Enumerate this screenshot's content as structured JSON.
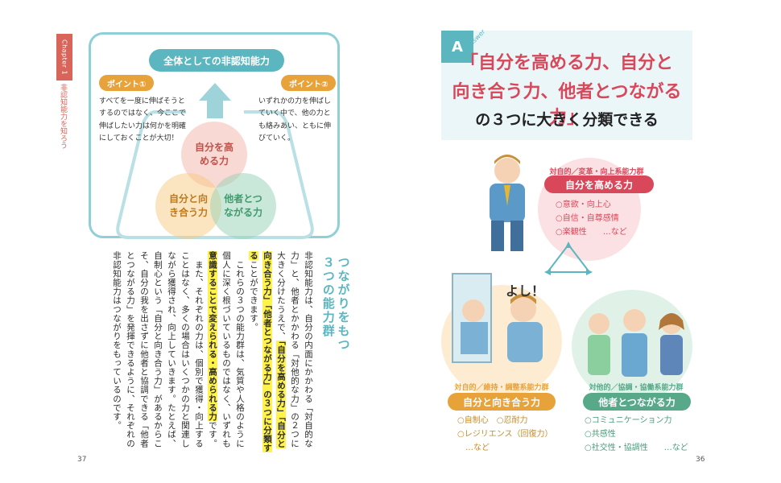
{
  "left_page": {
    "chapter_tab": "Chapter 1",
    "chapter_subtitle": "非認知能力を知ろう",
    "diagram": {
      "title": "全体としての非認知能力",
      "point1": {
        "badge": "ポイント①",
        "text": "すべてを一度に伸ばそうとするのではなく、今ここで伸ばしたい力は何かを明確にしておくことが大切！"
      },
      "point2": {
        "badge": "ポイント②",
        "text": "いずれかの力を伸ばしていく中で、他の力とも絡みあい、ともに伸びていく。"
      },
      "circle_top": "自分を高める力",
      "circle_left": "自分と向き合う力",
      "circle_right": "他者とつながる力"
    },
    "section_heading": "つながりをもつ３つの能力群",
    "body": {
      "p1": "非認知能力は、自分の内面にかかわる「対自的な力」と、他者とかかわる「対他的な力」の２つに大きく分けたうえで、",
      "p1_hl": "「自分を高める力」「自分と向き合う力」「他者とつながる力」の３つに分類する",
      "p1_end": "ことができます。",
      "p2": "これらの３つの能力群は、気質や人格のように個人に深く根づいているものではなく、いずれも",
      "p2_hl": "意識することで変えられる・高められる力",
      "p2_end": "です。",
      "p3": "また、それぞれの力は、個別で獲得・向上することはなく、多くの場合はいくつかの力と関連しながら獲得され、向上していきます。たとえば、自制心という「自分と向き合う力」があるからこそ、自分の我を出さずに他者と協調できる「他者とつながる力」を発揮できるように、それぞれの非認知能力はつながりをもっているのです。"
    },
    "page_number": "37"
  },
  "right_page": {
    "answer_tag": "A",
    "answer_word": "Answer",
    "headline_line1": "「自分を高める力、自分と",
    "headline_line2": "向き合う力、他者とつながる力」",
    "headline_line3": "の３つに大きく分類できる",
    "group_top": {
      "sub": "対自的／変革・向上系能力群",
      "pill": "自分を高める力",
      "items": [
        "○意欲・向上心",
        "○自信・自尊感情",
        "○楽観性　　…など"
      ]
    },
    "speech": "よし！",
    "group_left": {
      "sub": "対自的／維持・調整系能力群",
      "pill": "自分と向き合う力",
      "items": [
        "○自制心　○忍耐力",
        "○レジリエンス（回復力）",
        "…など"
      ]
    },
    "group_right": {
      "sub": "対他的／協調・協働系能力群",
      "pill": "他者とつながる力",
      "items": [
        "○コミュニケーション力",
        "○共感性",
        "○社交性・協調性　　…など"
      ]
    },
    "page_number": "36"
  },
  "colors": {
    "teal": "#5bb6c0",
    "red": "#d9485a",
    "orange": "#e8a23a",
    "green": "#57a98a",
    "highlight": "#fff24a"
  }
}
